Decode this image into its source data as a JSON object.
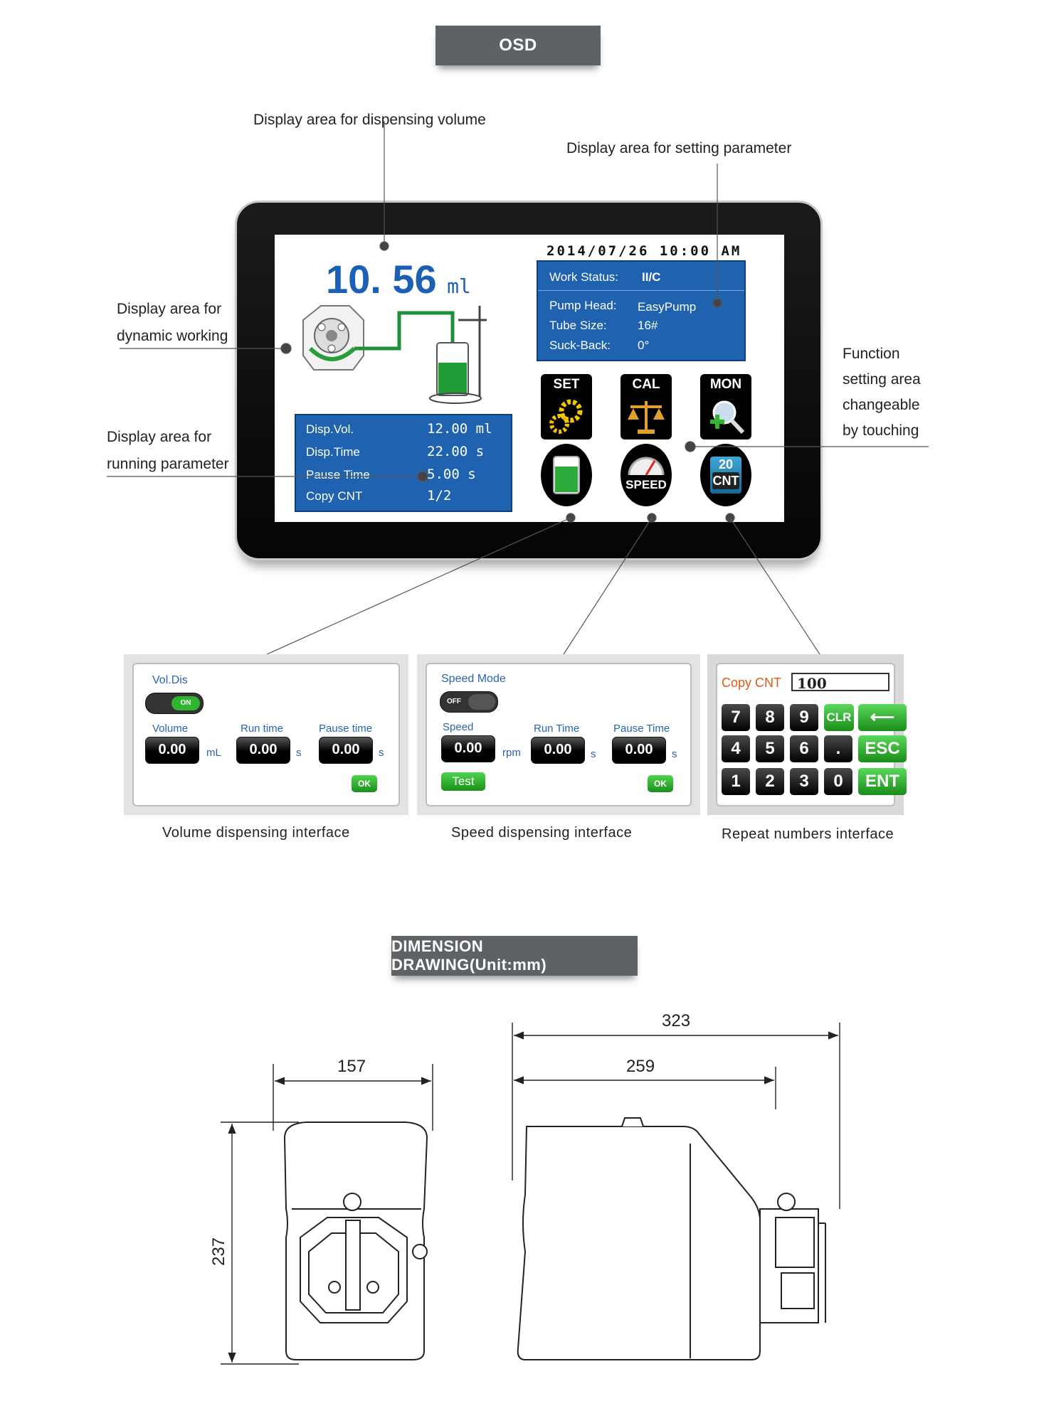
{
  "osd_banner": "OSD",
  "dimension_banner": "DIMENSION DRAWING(Unit:mm)",
  "callouts": {
    "dispensing_volume": "Display area for dispensing volume",
    "setting_parameter": "Display area for setting parameter",
    "dynamic_line1": "Display area for",
    "dynamic_line2": "dynamic working",
    "function_line1": "Function",
    "function_line2": "setting area",
    "function_line3": "changeable",
    "function_line4": "by touching",
    "running_line1": "Display area for",
    "running_line2": "running parameter"
  },
  "screen": {
    "datetime": "2014/07/26 10:00 AM",
    "volume_value": "10. 56",
    "volume_unit": "ml",
    "status": {
      "work_status_label": "Work Status:",
      "work_status_value": "II/C",
      "pump_head_label": "Pump Head:",
      "pump_head_value": "EasyPump",
      "tube_size_label": "Tube Size:",
      "tube_size_value": "16#",
      "suck_back_label": "Suck-Back:",
      "suck_back_value": "0°"
    },
    "running": {
      "disp_vol_label": "Disp.Vol.",
      "disp_vol_value": "12.00 ml",
      "disp_time_label": "Disp.Time",
      "disp_time_value": "22.00 s",
      "pause_time_label": "Pause Time",
      "pause_time_value": "5.00 s",
      "copy_cnt_label": "Copy CNT",
      "copy_cnt_value": "1/2"
    },
    "buttons": {
      "set": "SET",
      "cal": "CAL",
      "mon": "MON",
      "speed": "SPEED",
      "cnt_number": "20",
      "cnt": "CNT"
    }
  },
  "volume_panel": {
    "mode_label": "Vol.Dis",
    "toggle": "ON",
    "volume_label": "Volume",
    "volume_value": "0.00",
    "volume_unit": "mL",
    "run_time_label": "Run time",
    "run_time_value": "0.00",
    "run_time_unit": "s",
    "pause_time_label": "Pause time",
    "pause_time_value": "0.00",
    "pause_time_unit": "s",
    "ok": "OK",
    "caption": "Volume dispensing interface"
  },
  "speed_panel": {
    "mode_label": "Speed Mode",
    "toggle": "OFF",
    "speed_label": "Speed",
    "speed_value": "0.00",
    "speed_unit": "rpm",
    "run_time_label": "Run Time",
    "run_time_value": "0.00",
    "run_time_unit": "s",
    "pause_time_label": "Pause Time",
    "pause_time_value": "0.00",
    "pause_time_unit": "s",
    "test": "Test",
    "ok": "OK",
    "caption": "Speed dispensing interface"
  },
  "repeat_panel": {
    "copy_cnt_label": "Copy CNT",
    "copy_cnt_value": "100",
    "keys_row1": [
      "7",
      "8",
      "9"
    ],
    "keys_row2": [
      "4",
      "5",
      "6"
    ],
    "keys_row3": [
      "1",
      "2",
      "3",
      "0"
    ],
    "dot": ".",
    "clr": "CLR",
    "backspace": "⟵",
    "esc": "ESC",
    "ent": "ENT",
    "caption": "Repeat numbers interface"
  },
  "dimensions": {
    "width_front": "157",
    "height": "237",
    "depth_total": "323",
    "depth_body": "259"
  }
}
